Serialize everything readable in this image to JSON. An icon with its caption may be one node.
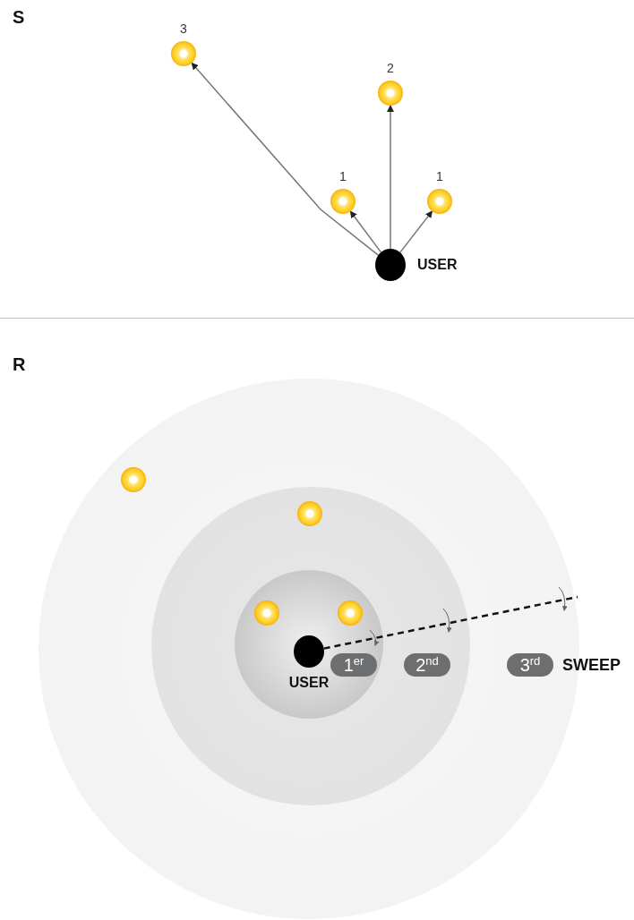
{
  "diagram": {
    "nodes": [
      {
        "text": [],
        "shape": "circle",
        "beside": [
          "3"
        ]
      },
      {
        "text": [],
        "shape": "circle",
        "beside": [
          "2"
        ]
      },
      {
        "text": [],
        "shape": "circle",
        "beside": [
          "1"
        ]
      },
      {
        "text": [],
        "shape": "circle",
        "beside": [
          "1"
        ]
      },
      {
        "text": [],
        "shape": "circle",
        "beside": [
          "USER"
        ]
      },
      {
        "text": [],
        "shape": "circle"
      },
      {
        "text": [],
        "shape": "circle",
        "in": 5
      },
      {
        "text": [],
        "shape": "circle",
        "in": 5
      },
      {
        "text": [],
        "shape": "circle",
        "in": 7
      },
      {
        "text": [],
        "shape": "circle",
        "in": 7
      },
      {
        "text": [],
        "shape": "circle",
        "in": 9
      },
      {
        "text": [],
        "shape": "circle",
        "in": 9
      },
      {
        "text": [],
        "shape": "circle",
        "in": 9,
        "beside": [
          "USER"
        ]
      },
      {
        "text": [
          "1$^{er}$"
        ],
        "in": 9
      },
      {
        "text": [
          "2$^{nd}$"
        ],
        "in": 7
      },
      {
        "text": [
          "3$^{rd}$"
        ],
        "in": 5,
        "beside": [
          "SWEEP"
        ]
      }
    ],
    "edges": [
      {
        "from": 4,
        "to": 0,
        "arrow": "to"
      },
      {
        "from": 4,
        "to": 1,
        "arrow": "to"
      },
      {
        "from": 4,
        "to": 2,
        "arrow": "to"
      },
      {
        "from": 4,
        "to": 3,
        "arrow": "to"
      },
      {
        "from": 12,
        "to": null,
        "arrow": "none",
        "style": "dashed",
        "color": "#111111"
      }
    ],
    "labels": [
      "S",
      "R"
    ]
  }
}
